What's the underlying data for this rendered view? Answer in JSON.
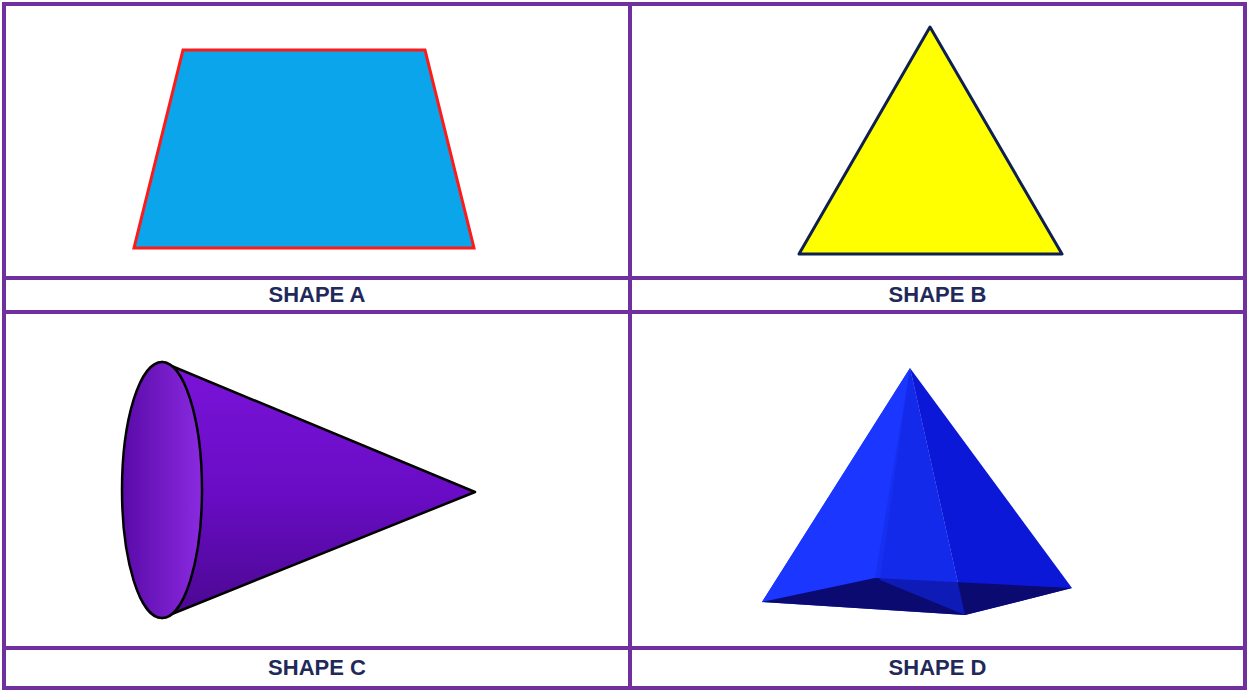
{
  "diagram": {
    "labels": [
      "SHAPE A",
      "SHAPE B",
      "SHAPE C",
      "SHAPE D"
    ]
  }
}
